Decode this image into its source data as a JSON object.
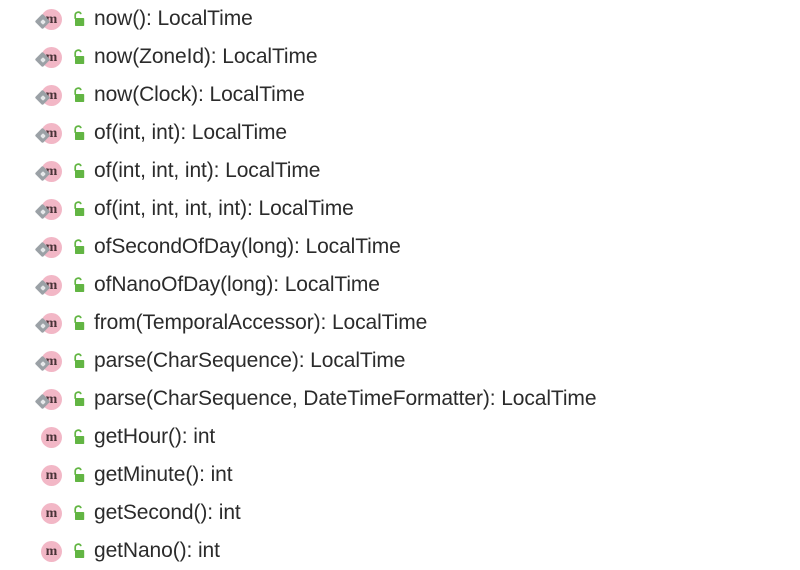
{
  "panel": {
    "name": "structure-member-list",
    "background_color": "#ffffff",
    "text_color": "#2b2b2b"
  },
  "icons": {
    "method_icon_name": "method-icon",
    "method_glyph": "m",
    "method_circle_color": "#f2b7c6",
    "static_badge_name": "static-modifier-diamond-icon",
    "static_badge_color": "#9ba1a6",
    "lock_icon_name": "public-open-padlock-icon",
    "lock_color": "#62b543"
  },
  "members": [
    {
      "label": "now(): LocalTime",
      "kind": "method",
      "static": true,
      "visibility": "public"
    },
    {
      "label": "now(ZoneId): LocalTime",
      "kind": "method",
      "static": true,
      "visibility": "public"
    },
    {
      "label": "now(Clock): LocalTime",
      "kind": "method",
      "static": true,
      "visibility": "public"
    },
    {
      "label": "of(int, int): LocalTime",
      "kind": "method",
      "static": true,
      "visibility": "public"
    },
    {
      "label": "of(int, int, int): LocalTime",
      "kind": "method",
      "static": true,
      "visibility": "public"
    },
    {
      "label": "of(int, int, int, int): LocalTime",
      "kind": "method",
      "static": true,
      "visibility": "public"
    },
    {
      "label": "ofSecondOfDay(long): LocalTime",
      "kind": "method",
      "static": true,
      "visibility": "public"
    },
    {
      "label": "ofNanoOfDay(long): LocalTime",
      "kind": "method",
      "static": true,
      "visibility": "public"
    },
    {
      "label": "from(TemporalAccessor): LocalTime",
      "kind": "method",
      "static": true,
      "visibility": "public"
    },
    {
      "label": "parse(CharSequence): LocalTime",
      "kind": "method",
      "static": true,
      "visibility": "public"
    },
    {
      "label": "parse(CharSequence, DateTimeFormatter): LocalTime",
      "kind": "method",
      "static": true,
      "visibility": "public"
    },
    {
      "label": "getHour(): int",
      "kind": "method",
      "static": false,
      "visibility": "public"
    },
    {
      "label": "getMinute(): int",
      "kind": "method",
      "static": false,
      "visibility": "public"
    },
    {
      "label": "getSecond(): int",
      "kind": "method",
      "static": false,
      "visibility": "public"
    },
    {
      "label": "getNano(): int",
      "kind": "method",
      "static": false,
      "visibility": "public"
    }
  ]
}
